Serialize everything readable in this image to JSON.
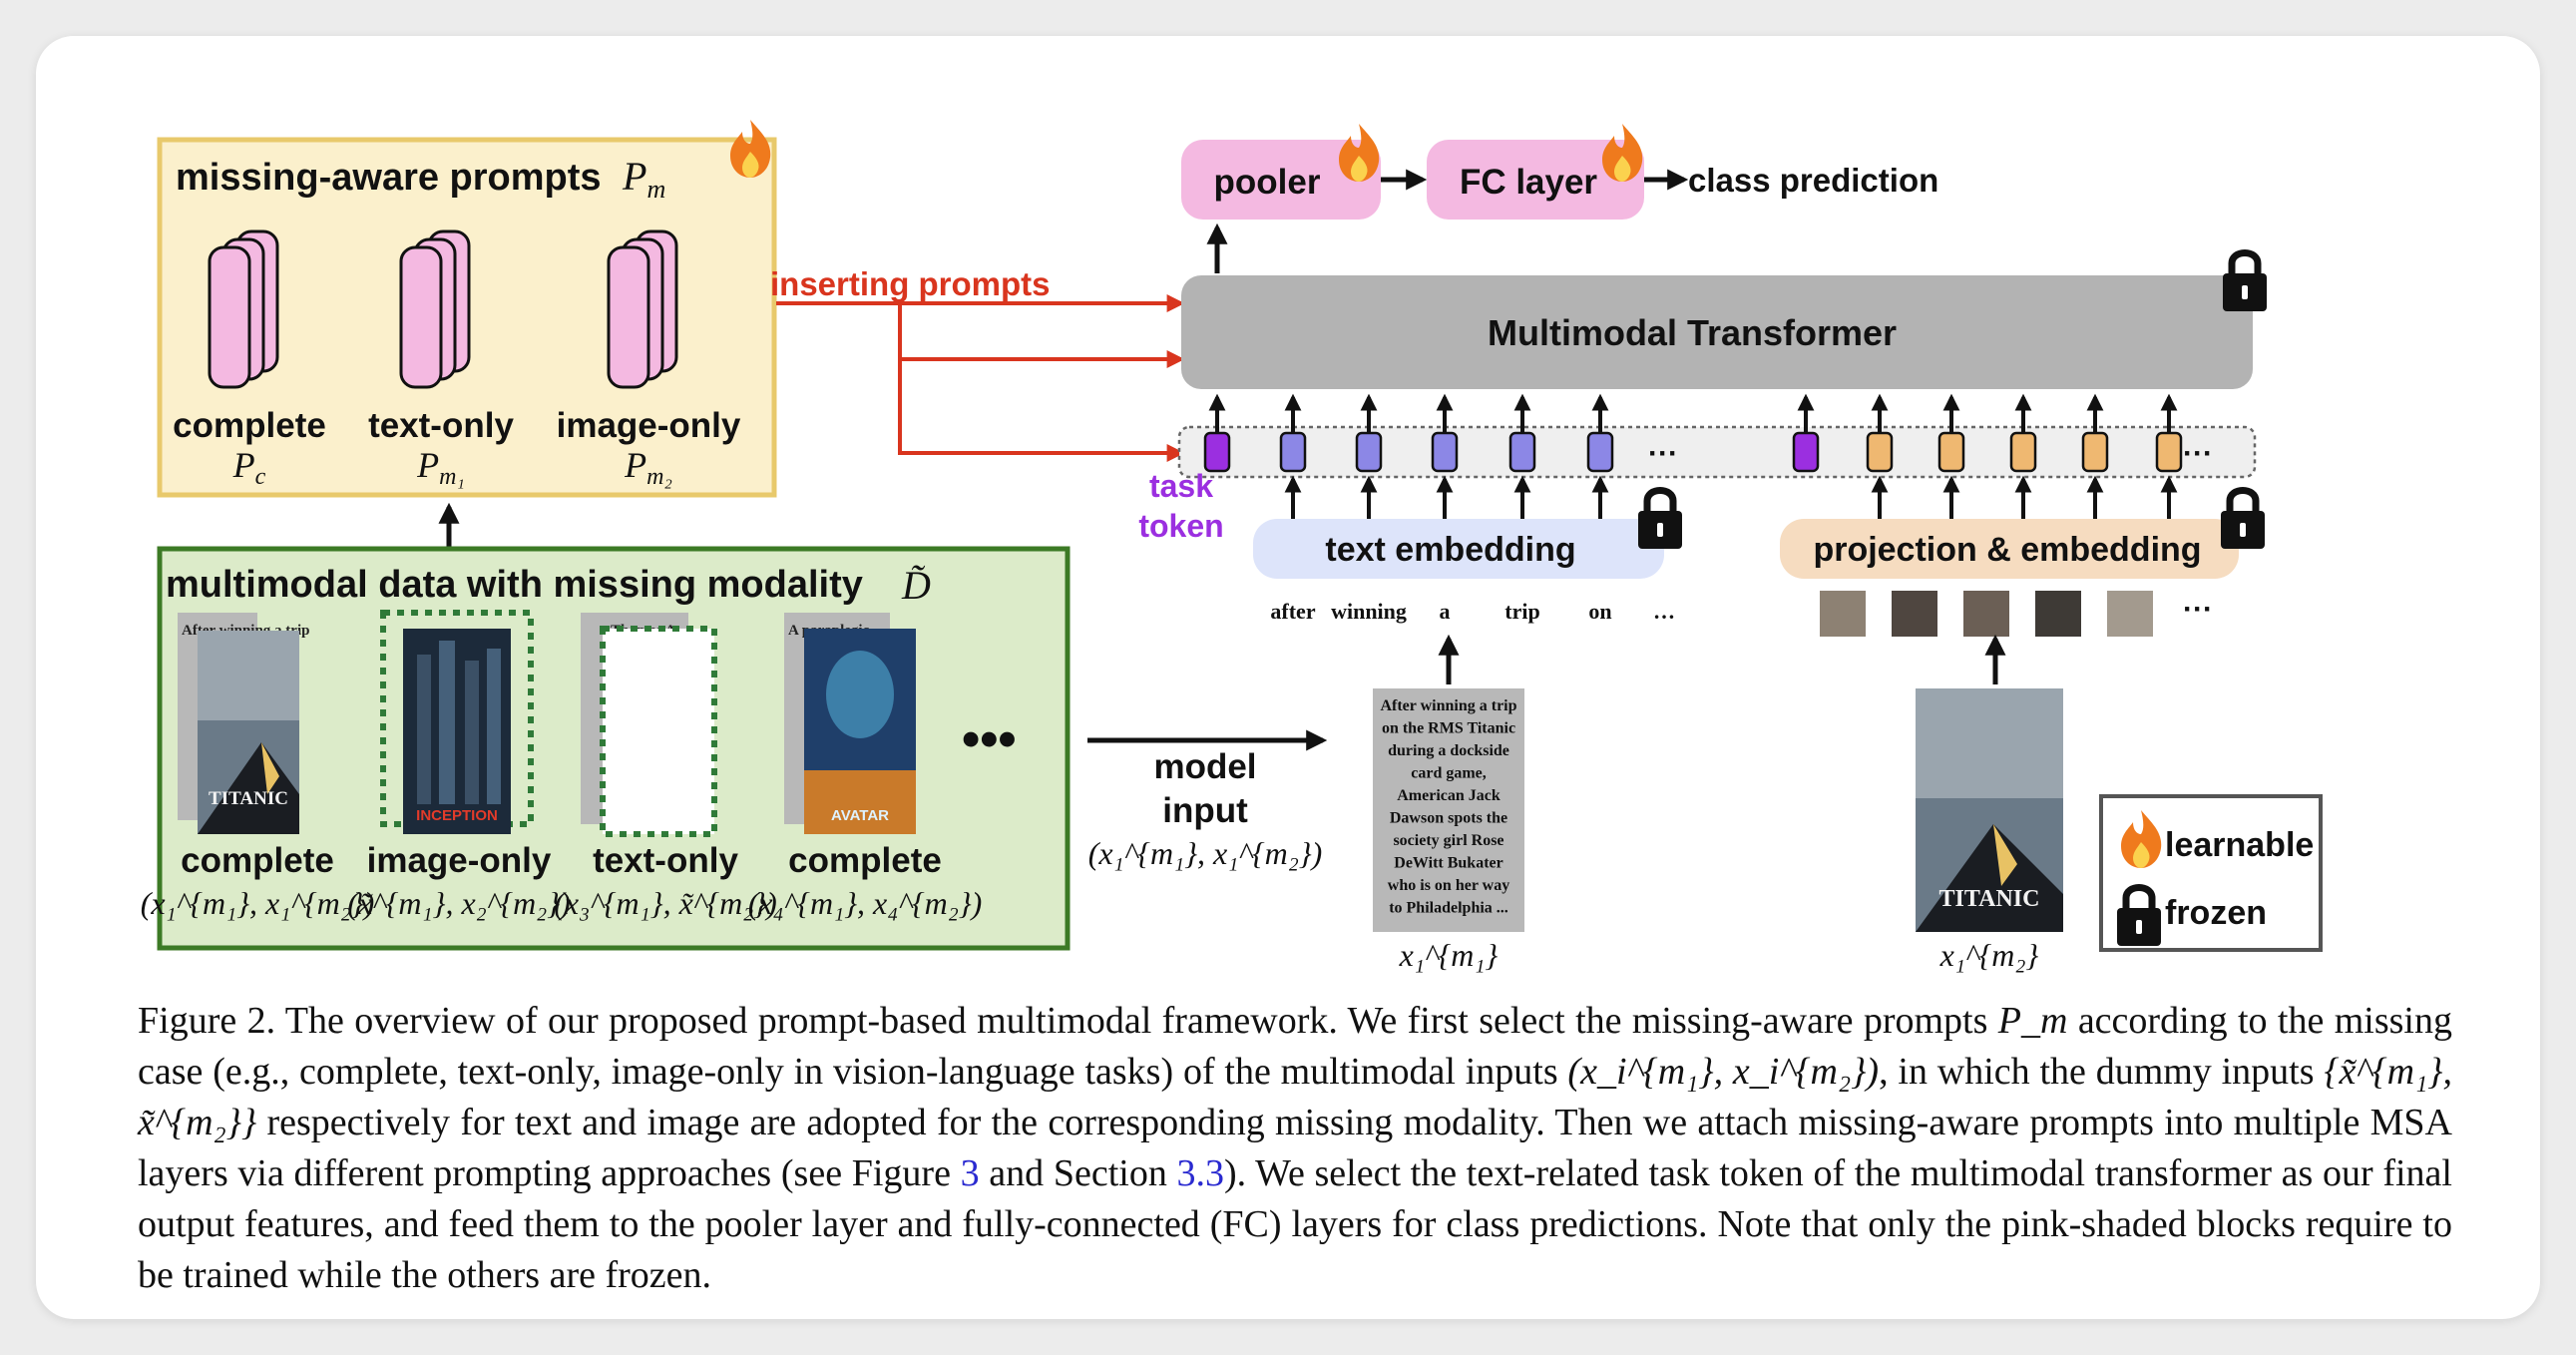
{
  "prompts": {
    "title": "missing-aware prompts",
    "symbol": "P",
    "symbol_sub": "m",
    "items": [
      {
        "label": "complete",
        "sym": "P",
        "sub": "c"
      },
      {
        "label": "text-only",
        "sym": "P",
        "sub": "m₁"
      },
      {
        "label": "image-only",
        "sym": "P",
        "sub": "m₂"
      }
    ]
  },
  "inserting_label": "inserting prompts",
  "data_panel": {
    "title": "multimodal data with missing modality",
    "symbol": "D̃",
    "cases": [
      {
        "label": "complete",
        "math": "(x₁^{m₁}, x₁^{m₂})",
        "text_first": "After winning a trip",
        "poster": "TITANIC"
      },
      {
        "label": "image-only",
        "math": "(x̃^{m₁}, x₂^{m₂})",
        "text_first": "",
        "poster": "INCEPTION"
      },
      {
        "label": "text-only",
        "math": "(x₃^{m₁}, x̃^{m₂})",
        "text_first": "Thomas A.",
        "poster": ""
      },
      {
        "label": "complete",
        "math": "(x₄^{m₁}, x₄^{m₂})",
        "text_first": "A paraplegic",
        "poster": "AVATAR"
      }
    ],
    "ellipsis": "•••"
  },
  "model_input": {
    "line1": "model",
    "line2": "input",
    "math": "(x₁^{m₁}, x₁^{m₂})"
  },
  "pooler": "pooler",
  "fc_layer": "FC layer",
  "class_prediction": "class prediction",
  "transformer": "Multimodal Transformer",
  "task_token": {
    "line1": "task",
    "line2": "token"
  },
  "token_ellipsis": "···",
  "text_embedding": "text embedding",
  "projection": "projection & embedding",
  "words": [
    "after",
    "winning",
    "a",
    "trip",
    "on",
    "…"
  ],
  "text_doc": {
    "lines": [
      "After winning a trip",
      "on the RMS Titanic",
      "during a dockside",
      "card game,",
      "American Jack",
      "Dawson spots the",
      "society girl Rose",
      "DeWitt Bukater",
      "who is on her way",
      "to Philadelphia ..."
    ],
    "label": "x₁^{m₁}"
  },
  "image_doc": {
    "poster": "TITANIC",
    "label": "x₁^{m₂}"
  },
  "legend": {
    "learnable": "learnable",
    "frozen": "frozen"
  },
  "caption": {
    "segments": [
      "Figure 2. The overview of our proposed prompt-based multimodal framework. We first select the missing-aware prompts ",
      "P_m",
      " according to the missing case (e.g., complete, text-only, image-only in vision-language tasks) of the multimodal inputs ",
      "(x_i^{m₁}, x_i^{m₂})",
      ", in which the dummy inputs ",
      "{x̃^{m₁}, x̃^{m₂}}",
      " respectively for text and image are adopted for the corresponding missing modality. Then we attach missing-aware prompts into multiple MSA layers via different prompting approaches (see Figure ",
      "3",
      " and Section ",
      "3.3",
      "). We select the text-related task token of the multimodal transformer as our final output features, and feed them to the pooler layer and fully-connected (FC) layers for class predictions. Note that only the pink-shaded blocks require to be trained while the others are frozen."
    ]
  },
  "colors": {
    "prompt_fill": "#f4b9e1",
    "prompt_panel_fill": "#fbf0cc",
    "prompt_panel_border": "#e8c96b",
    "data_panel_fill": "#dcebc9",
    "data_panel_border": "#3c7a25",
    "insert_red": "#d9351e",
    "transformer_gray": "#b3b3b3",
    "text_token": "#8c87e6",
    "image_token": "#efb871",
    "task_token": "#9b2fe0",
    "text_emb_fill": "#dde4fa",
    "proj_fill": "#f6dcc0",
    "flame": "#ef7a1d"
  }
}
